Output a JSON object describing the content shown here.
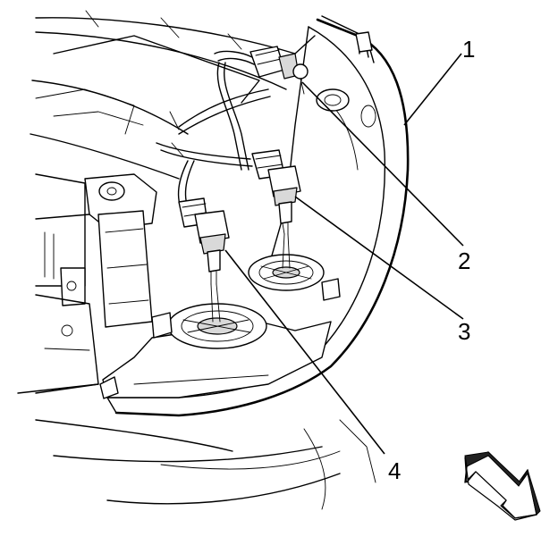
{
  "callouts": [
    {
      "id": "1",
      "label": "1"
    },
    {
      "id": "2",
      "label": "2"
    },
    {
      "id": "3",
      "label": "3"
    },
    {
      "id": "4",
      "label": "4"
    }
  ],
  "icons": {
    "direction_arrow": "front-direction-arrow-icon"
  }
}
